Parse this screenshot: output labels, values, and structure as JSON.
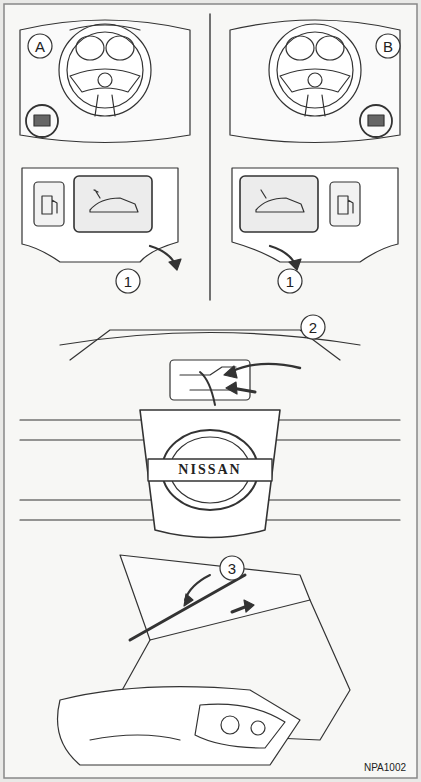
{
  "diagram": {
    "labels": [
      "A",
      "B",
      "1",
      "1",
      "2",
      "NISSAN",
      "3",
      "NPA1002"
    ]
  }
}
